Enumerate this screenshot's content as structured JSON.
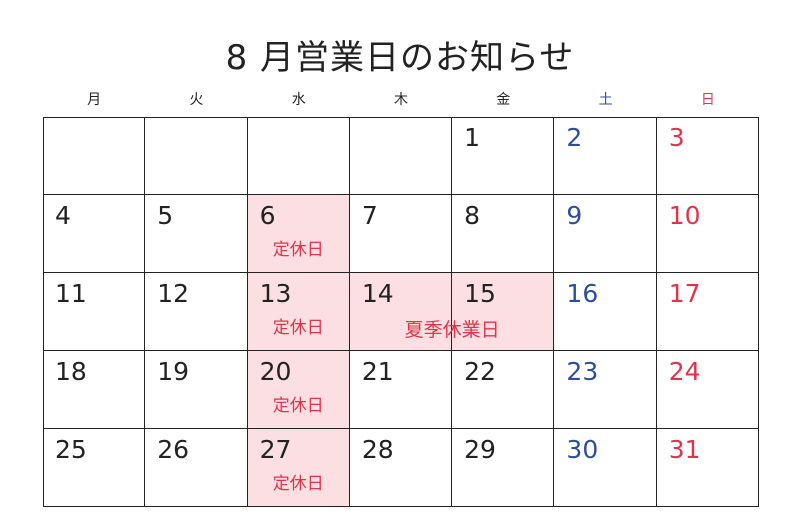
{
  "title": "8 月営業日のお知らせ",
  "weekdays": [
    "月",
    "火",
    "水",
    "木",
    "金",
    "土",
    "日"
  ],
  "closed_label": "定休日",
  "summer_holiday_label": "夏季休業日",
  "colors": {
    "saturday": "#2b4ea0",
    "sunday": "#e0344b",
    "holiday_bg": "#fbdfe2"
  },
  "weeks": [
    [
      "",
      "",
      "",
      "",
      "1",
      "2",
      "3"
    ],
    [
      "4",
      "5",
      "6",
      "7",
      "8",
      "9",
      "10"
    ],
    [
      "11",
      "12",
      "13",
      "14",
      "15",
      "16",
      "17"
    ],
    [
      "18",
      "19",
      "20",
      "21",
      "22",
      "23",
      "24"
    ],
    [
      "25",
      "26",
      "27",
      "28",
      "29",
      "30",
      "31"
    ]
  ],
  "regular_closed_days": [
    "6",
    "13",
    "20",
    "27"
  ],
  "summer_holiday_days": [
    "14",
    "15"
  ]
}
